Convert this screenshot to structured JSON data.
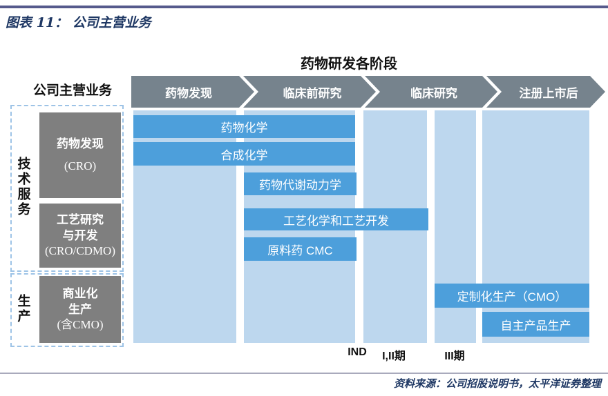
{
  "figure": {
    "title": "图表 11：  公司主营业务",
    "source": "资料来源：公司招股说明书，太平洋证券整理"
  },
  "diagram": {
    "stages_header": "药物研发各阶段",
    "row_header": "公司主营业务",
    "stages": [
      "药物发现",
      "临床前研究",
      "临床研究",
      "注册上市后"
    ],
    "milestones": [
      "IND",
      "I,II期",
      "III期"
    ],
    "sidebar": {
      "groups": [
        {
          "vertical_label": "技术服务"
        },
        {
          "vertical_label": "生产"
        }
      ],
      "boxes": [
        {
          "lines": [
            "药物发现",
            "(CRO)"
          ]
        },
        {
          "lines": [
            "工艺研究",
            "与开发",
            "(CRO/CDMO)"
          ]
        },
        {
          "lines": [
            "商业化",
            "生产",
            "(含CMO)"
          ]
        }
      ]
    },
    "bars": [
      {
        "label": "药物化学"
      },
      {
        "label": "合成化学"
      },
      {
        "label": "药物代谢动力学"
      },
      {
        "label": "工艺化学和工艺开发"
      },
      {
        "label": "原料药 CMC"
      },
      {
        "label": "定制化生产（CMO）"
      },
      {
        "label": "自主产品生产"
      }
    ],
    "colors": {
      "accent_navy": "#1F3864",
      "top_rule": "#565A8C",
      "arrow_gray": "#76838D",
      "column_light_blue": "#BDD7EE",
      "bar_blue": "#4D9FDB",
      "box_gray": "#7F7F7F",
      "dashed_border_blue": "#9DC3E6"
    }
  }
}
